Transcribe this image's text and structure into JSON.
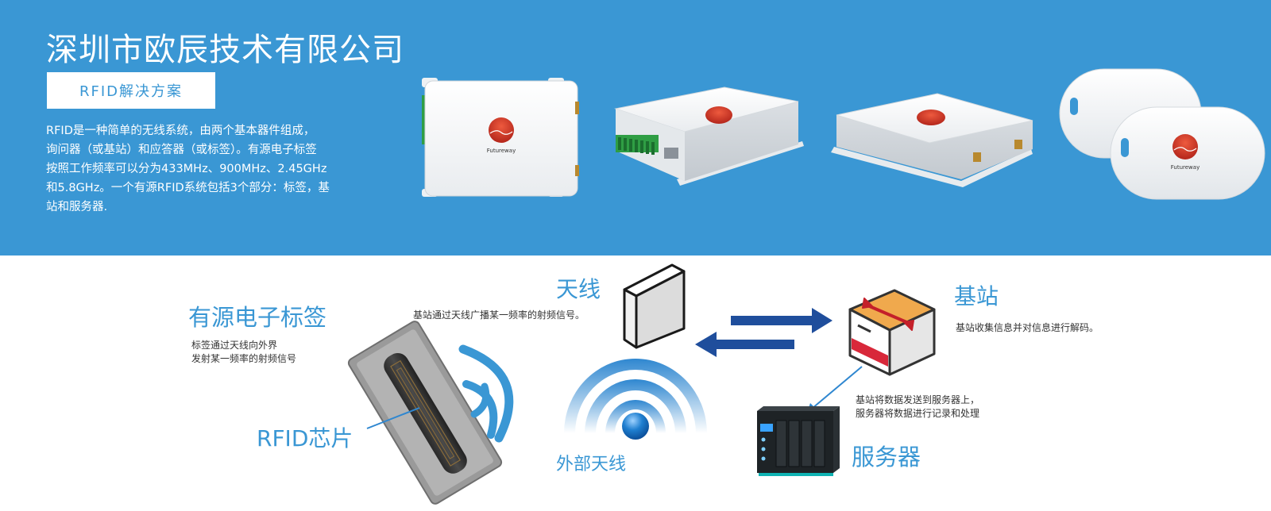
{
  "banner": {
    "company_name": "深圳市欧辰技术有限公司",
    "solution_button": "RFID解决方案",
    "intro_lines": [
      "RFID是一种简单的无线系统，由两个基本器件组成，",
      "询问器（或基站）和应答器（或标签）。有源电子标签",
      "按照工作频率可以分为433MHz、900MHz、2.45GHz",
      "和5.8GHz。一个有源RFID系统包括3个部分：标签，基",
      "站和服务器."
    ],
    "brand_logo_text": "Futureway"
  },
  "diagram": {
    "active_tag": {
      "title": "有源电子标签",
      "desc_lines": [
        "标签通过天线向外界",
        "发射某一频率的射频信号"
      ]
    },
    "rfid_chip": {
      "title": "RFID芯片"
    },
    "antenna": {
      "title": "天线",
      "desc": "基站通过天线广播某一频率的射频信号。"
    },
    "external_antenna": {
      "title": "外部天线"
    },
    "base_station": {
      "title": "基站",
      "desc": "基站收集信息并对信息进行解码。"
    },
    "server": {
      "title": "服务器",
      "desc_lines": [
        "基站将数据发送到服务器上，",
        "服务器将数据进行记录和处理"
      ]
    }
  },
  "colors": {
    "banner_blue": "#3a97d4",
    "accent_blue": "#3a97d4",
    "arrow_navy": "#1f4e9c",
    "logo_red": "#d63a2a"
  }
}
